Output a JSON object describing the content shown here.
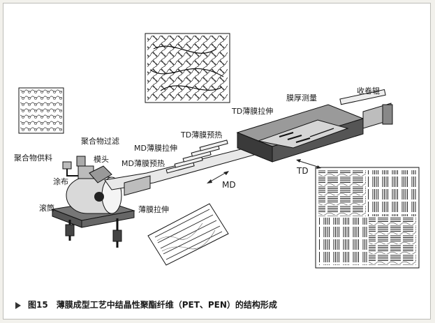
{
  "labels": {
    "polymer_feed": "聚合物供料",
    "polymer_filter": "聚合物过滤",
    "die": "模头",
    "casting": "涂布",
    "drum": "滚筒",
    "md_preheat": "MD薄膜预热",
    "md_stretch": "MD薄膜拉伸",
    "film_stretch": "薄膜拉伸",
    "td_preheat": "TD薄膜预热",
    "td_stretch": "TD薄膜拉伸",
    "thickness_gauge": "膜厚测量",
    "winder": "收卷辊",
    "md_axis": "MD",
    "td_axis": "TD"
  },
  "caption": {
    "figure_no": "图15",
    "text": "薄膜成型工艺中结晶性聚酯纤维（PET、PEN）的结构形成"
  }
}
